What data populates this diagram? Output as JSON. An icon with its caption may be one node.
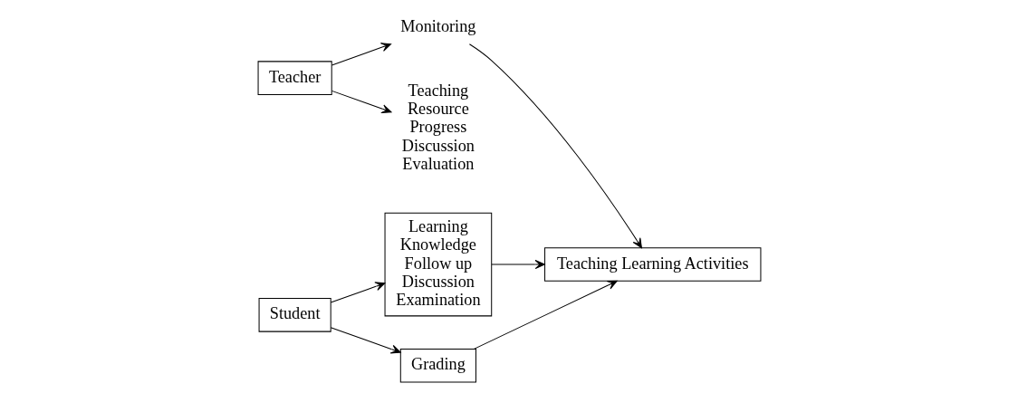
{
  "diagram": {
    "nodes": [
      {
        "text": [
          "Teacher"
        ]
      },
      {
        "text": [
          "Monitoring"
        ]
      },
      {
        "text": [
          "Teaching",
          "Resource",
          "Progress",
          "Discussion",
          "Evaluation"
        ]
      },
      {
        "text": [
          "Teaching Learning Activities"
        ]
      },
      {
        "text": [
          "Learning",
          "Knowledge",
          "Follow up",
          "Discussion",
          "Examination"
        ]
      },
      {
        "text": [
          "Student"
        ]
      },
      {
        "text": [
          "Grading"
        ]
      }
    ],
    "edges": [
      {
        "from": 0,
        "to": 1,
        "arrow": "to"
      },
      {
        "from": 0,
        "to": 2,
        "arrow": "to"
      },
      {
        "from": 1,
        "to": 3,
        "arrow": "to"
      },
      {
        "from": 4,
        "to": 3,
        "arrow": "to"
      },
      {
        "from": 5,
        "to": 4,
        "arrow": "to"
      },
      {
        "from": 5,
        "to": 6,
        "arrow": "to"
      },
      {
        "from": 6,
        "to": 3,
        "arrow": "to"
      }
    ]
  }
}
